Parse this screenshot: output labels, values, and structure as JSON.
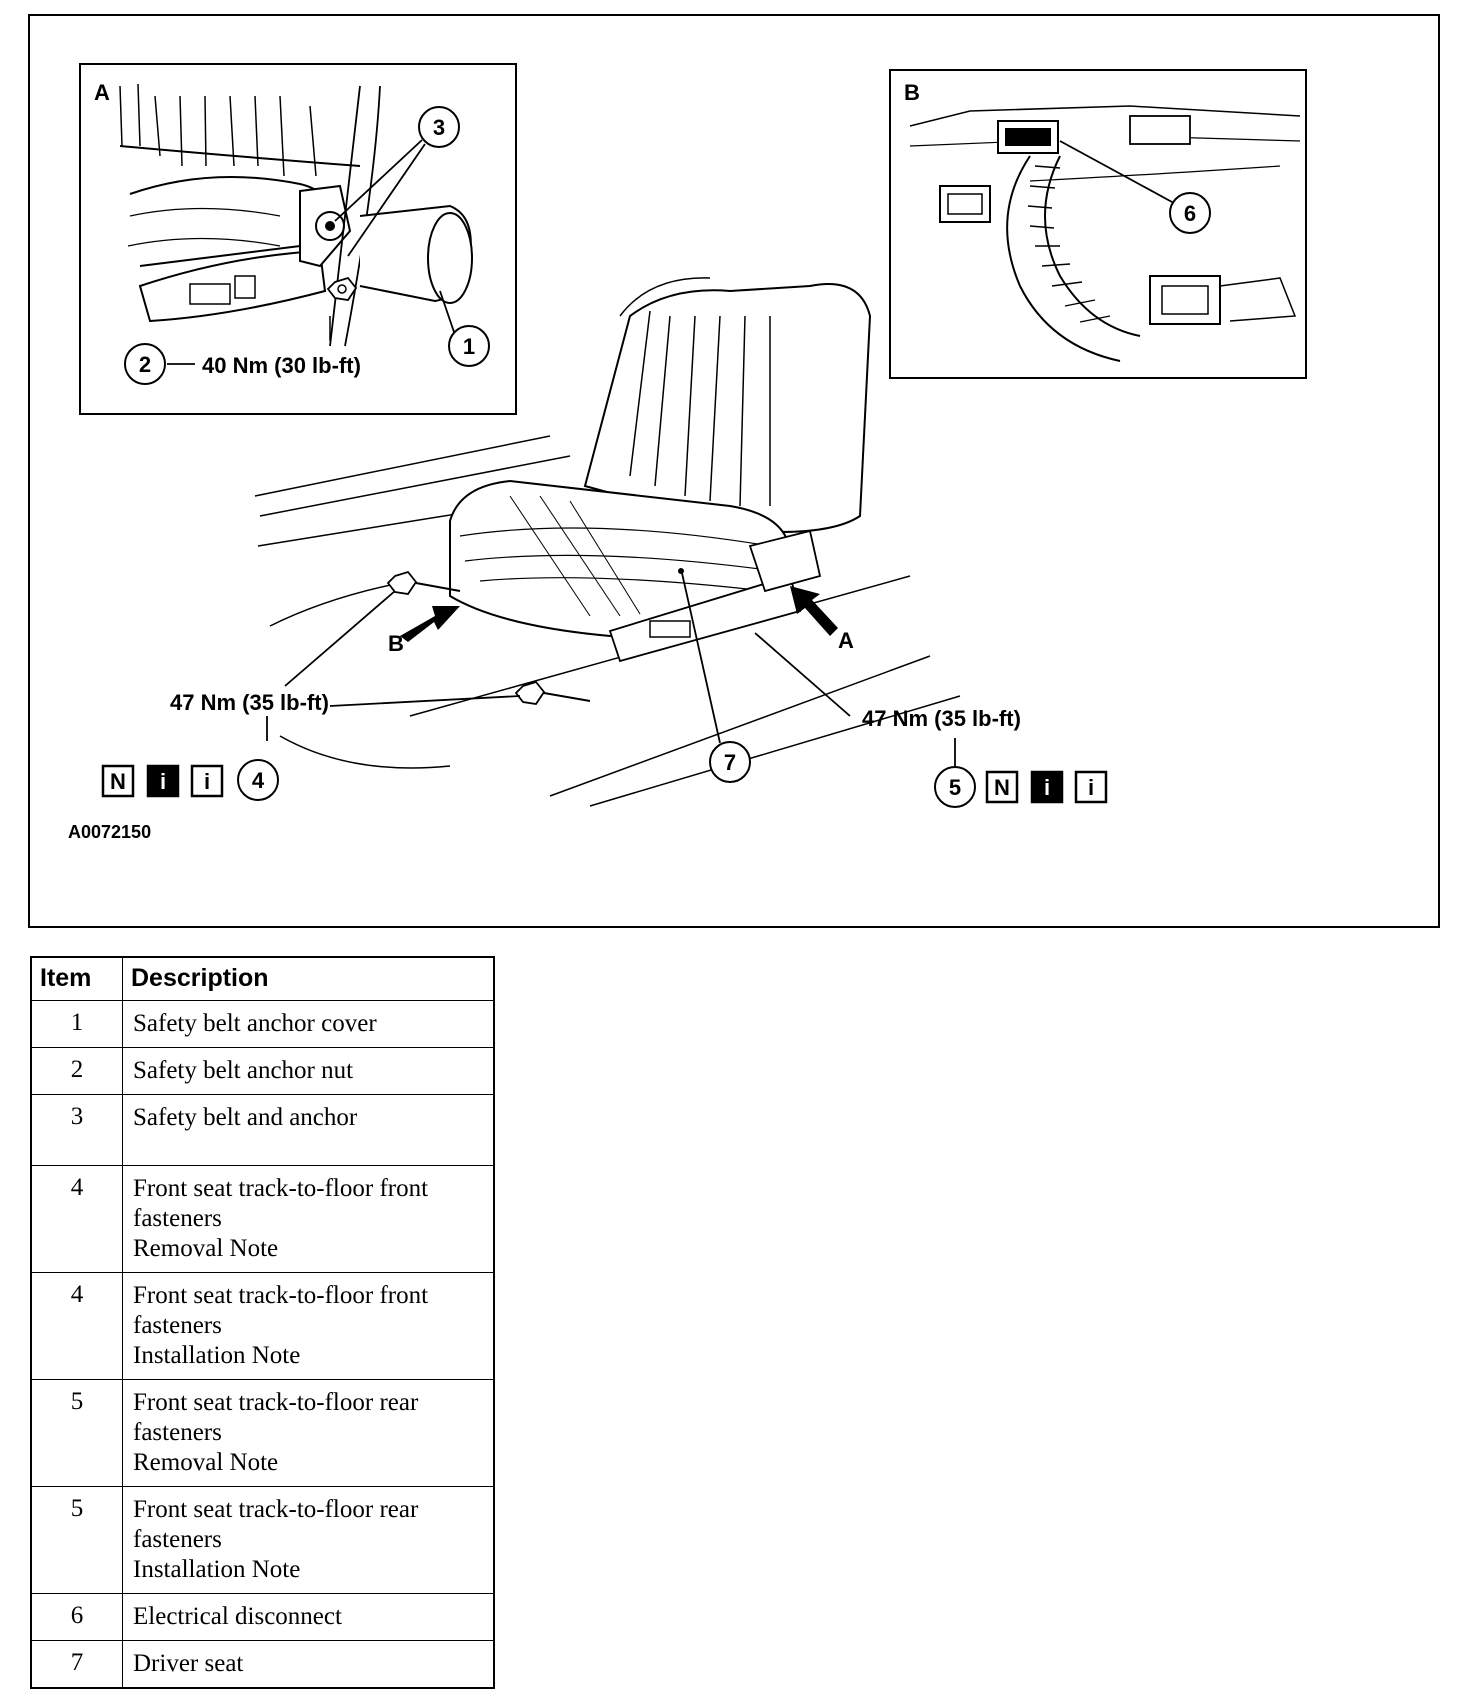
{
  "figure": {
    "detail_a_label": "A",
    "detail_b_label": "B",
    "arrow_a_label": "A",
    "arrow_b_label": "B",
    "callouts": {
      "c1": "1",
      "c2": "2",
      "c3": "3",
      "c4": "4",
      "c5": "5",
      "c6": "6",
      "c7": "7"
    },
    "torque_2": "40 Nm (30 lb-ft)",
    "torque_4": "47 Nm (35 lb-ft)",
    "torque_5": "47 Nm (35 lb-ft)",
    "note_symbols": {
      "n": "N",
      "i": "i"
    },
    "figure_id": "A0072150"
  },
  "table": {
    "headers": {
      "item": "Item",
      "description": "Description"
    },
    "rows": [
      {
        "item": "1",
        "lines": [
          "Safety belt anchor cover"
        ]
      },
      {
        "item": "2",
        "lines": [
          "Safety belt anchor nut"
        ]
      },
      {
        "item": "3",
        "lines": [
          "Safety belt and anchor"
        ]
      },
      {
        "item": "4",
        "lines": [
          "Front seat track-to-floor front",
          "fasteners",
          "Removal Note"
        ]
      },
      {
        "item": "4",
        "lines": [
          "Front seat track-to-floor front",
          "fasteners",
          "Installation Note"
        ]
      },
      {
        "item": "5",
        "lines": [
          "Front seat track-to-floor rear",
          "fasteners",
          "Removal Note"
        ]
      },
      {
        "item": "5",
        "lines": [
          "Front seat track-to-floor rear",
          "fasteners",
          "Installation Note"
        ]
      },
      {
        "item": "6",
        "lines": [
          "Electrical disconnect"
        ]
      },
      {
        "item": "7",
        "lines": [
          "Driver seat"
        ]
      }
    ]
  }
}
